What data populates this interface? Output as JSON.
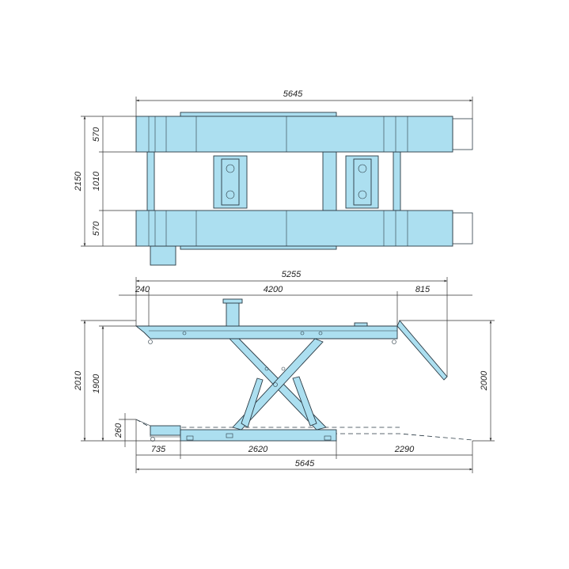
{
  "colors": {
    "part_fill": "#acdff0",
    "outline": "#2a3a44"
  },
  "top_view": {
    "overall_length": "5645",
    "overall_width": "2150",
    "rail_width_top": "570",
    "rail_gap": "1010",
    "rail_width_bottom": "570"
  },
  "side_view": {
    "platform_length": "5255",
    "front_offset": "240",
    "platform_section": "4200",
    "ramp_length": "815",
    "max_height_total": "2010",
    "max_height_platform": "1900",
    "ramp_raised_height": "2000",
    "min_height": "260",
    "base_offset": "735",
    "base_length": "2620",
    "rear_ramp_length": "2290",
    "overall_length": "5645"
  }
}
